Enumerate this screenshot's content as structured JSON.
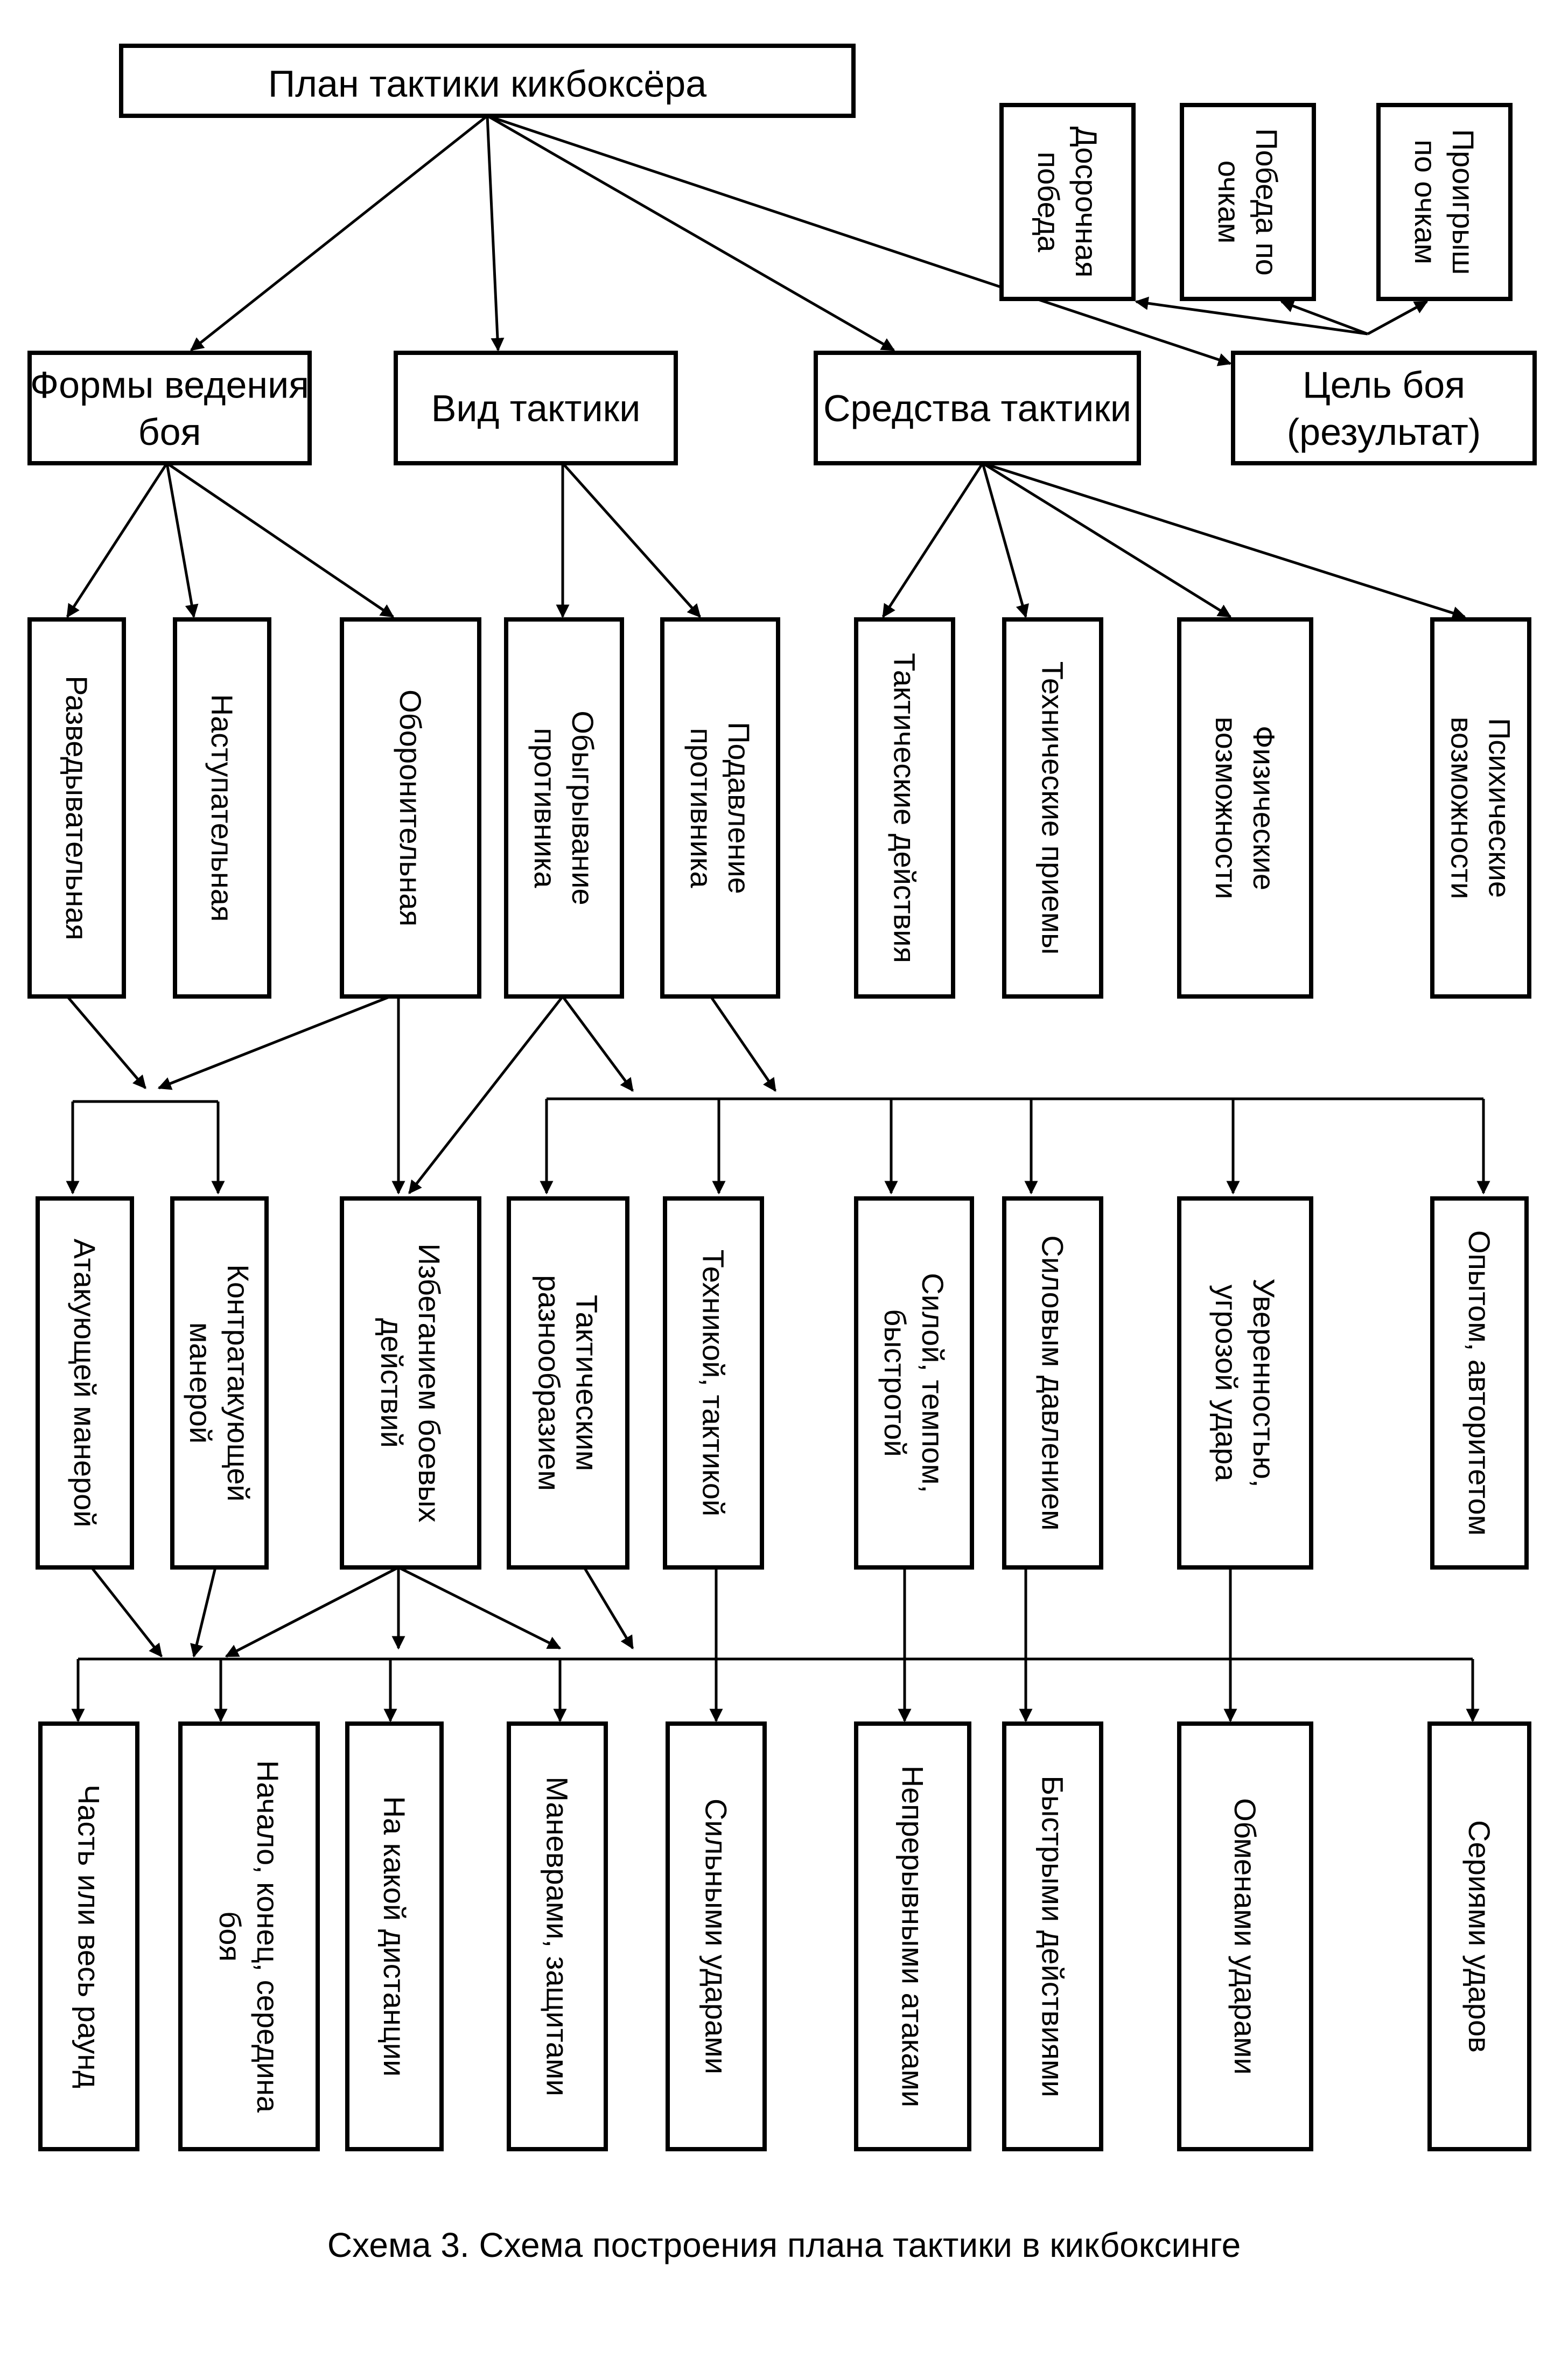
{
  "title": "План тактики кикбоксёра",
  "level1": {
    "forms": [
      "Формы ведения",
      "боя"
    ],
    "type": "Вид тактики",
    "means": "Средства тактики",
    "goal": [
      "Цель боя",
      "(результат)"
    ]
  },
  "results": {
    "early_win": [
      "Досрочная",
      "победа"
    ],
    "points_win": [
      "Победа по",
      "очкам"
    ],
    "points_loss": [
      "Проигрыш",
      "по очкам"
    ]
  },
  "level2": {
    "recon": [
      "Разведывательная"
    ],
    "offensive": [
      "Наступательная"
    ],
    "defensive": [
      "Оборонительная"
    ],
    "outplay": [
      "Обыгрывание",
      "противника"
    ],
    "suppress": [
      "Подавление",
      "противника"
    ],
    "tactical_actions": [
      "Тактические действия"
    ],
    "technical": [
      "Технические приемы"
    ],
    "physical": [
      "Физические",
      "возможности"
    ],
    "mental": [
      "Психические",
      "возможности"
    ]
  },
  "level3": {
    "attacking": [
      "Атакующей манерой"
    ],
    "counter": [
      "Контратакующей",
      "манерой"
    ],
    "avoid": [
      "Избеганием боевых",
      "действий"
    ],
    "variety": [
      "Тактическим",
      "разнообразием"
    ],
    "technique": [
      "Техникой, тактикой"
    ],
    "strength": [
      "Силой, темпом,",
      "быстротой"
    ],
    "pressure": [
      "Силовым давлением"
    ],
    "confidence": [
      "Уверенностью,",
      "угрозой удара"
    ],
    "experience": [
      "Опытом, авторитетом"
    ]
  },
  "level4": {
    "round": [
      "Часть или весь раунд"
    ],
    "phase": [
      "Начало, конец, середина",
      "боя"
    ],
    "distance": [
      "На какой дистанции"
    ],
    "maneuvers": [
      "Маневрами, защитами"
    ],
    "strong_hits": [
      "Сильными ударами"
    ],
    "continuous": [
      "Непрерывными атаками"
    ],
    "fast": [
      "Быстрыми действиями"
    ],
    "exchanges": [
      "Обменами ударами"
    ],
    "series": [
      "Сериями ударов"
    ]
  },
  "caption": "Схема 3. Схема построения плана тактики в кикбоксинге"
}
